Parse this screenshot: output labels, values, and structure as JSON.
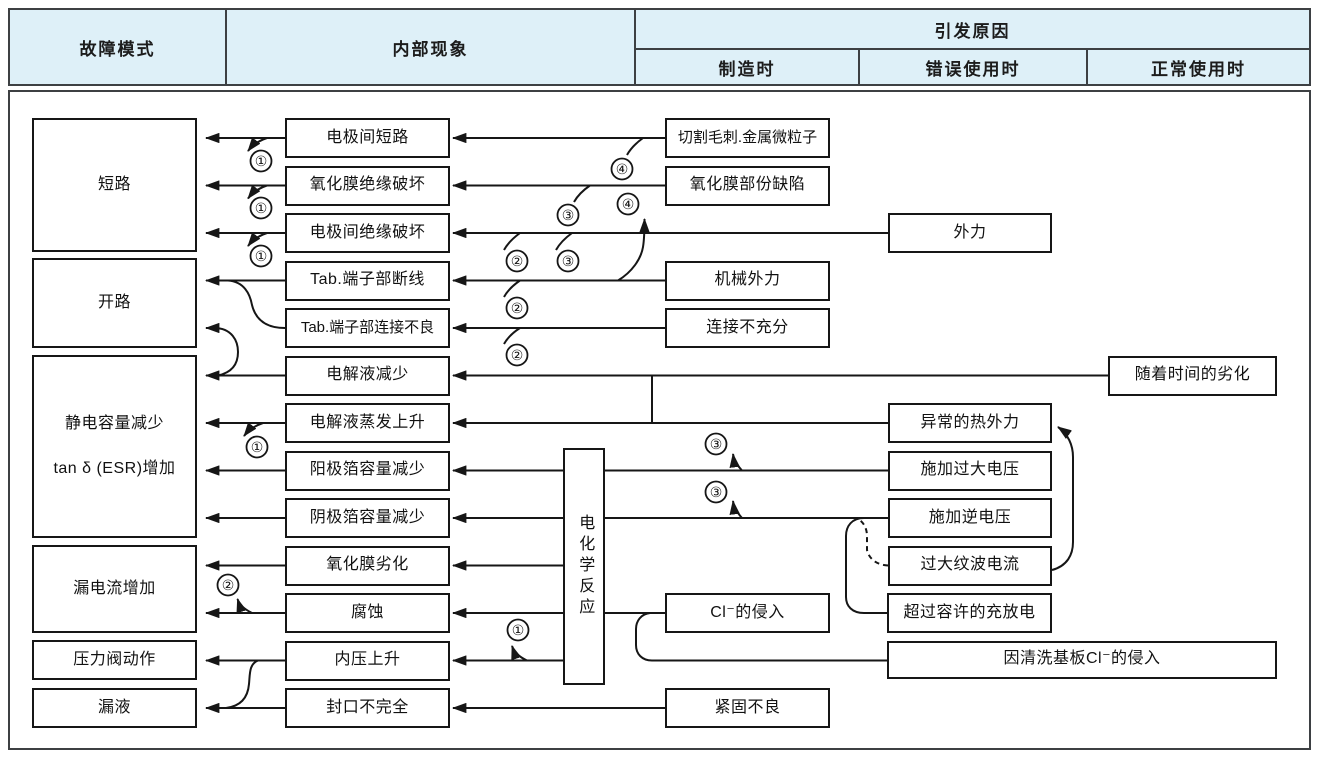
{
  "header": {
    "col_failure_mode": "故障模式",
    "col_internal_phenomenon": "内部现象",
    "col_cause": "引发原因",
    "sub_manufacturing": "制造时",
    "sub_misuse": "错误使用时",
    "sub_normal_use": "正常使用时"
  },
  "nodes": {
    "short_circuit": "短路",
    "open_circuit": "开路",
    "cap_decrease_line1": "静电容量减少",
    "cap_decrease_line2": "tan δ (ESR)增加",
    "leakage_current_increase": "漏电流增加",
    "pressure_valve_action": "压力阀动作",
    "liquid_leak": "漏液",
    "electrode_short": "电极间短路",
    "oxide_film_insulation_break": "氧化膜绝缘破坏",
    "electrode_insulation_break": "电极间绝缘破坏",
    "tab_terminal_break": "Tab.端子部断线",
    "tab_terminal_bad_connection": "Tab.端子部连接不良",
    "electrolyte_decrease": "电解液减少",
    "electrolyte_evaporation_rise": "电解液蒸发上升",
    "anode_foil_cap_decrease": "阳极箔容量减少",
    "cathode_foil_cap_decrease": "阴极箔容量减少",
    "oxide_film_degradation": "氧化膜劣化",
    "corrosion": "腐蚀",
    "internal_pressure_rise": "内压上升",
    "incomplete_sealing": "封口不完全",
    "electrochemical_reaction": "电化学反应",
    "cutting_burr_metal_particles": "切割毛刺.金属微粒子",
    "oxide_film_partial_defect": "氧化膜部份缺陷",
    "external_force": "外力",
    "mechanical_external_force": "机械外力",
    "insufficient_connection": "连接不充分",
    "degradation_over_time": "随着时间的劣化",
    "abnormal_thermal_force": "异常的热外力",
    "excessive_voltage": "施加过大电压",
    "reverse_voltage": "施加逆电压",
    "excessive_ripple_current": "过大纹波电流",
    "exceed_allowed_charge_discharge": "超过容许的充放电",
    "cl_intrusion": "Cl⁻的侵入",
    "cl_intrusion_board_cleaning": "因清洗基板Cl⁻的侵入",
    "bad_tightening": "紧固不良"
  },
  "connectors": {
    "c1": "①",
    "c2": "②",
    "c3": "③",
    "c4": "④"
  }
}
